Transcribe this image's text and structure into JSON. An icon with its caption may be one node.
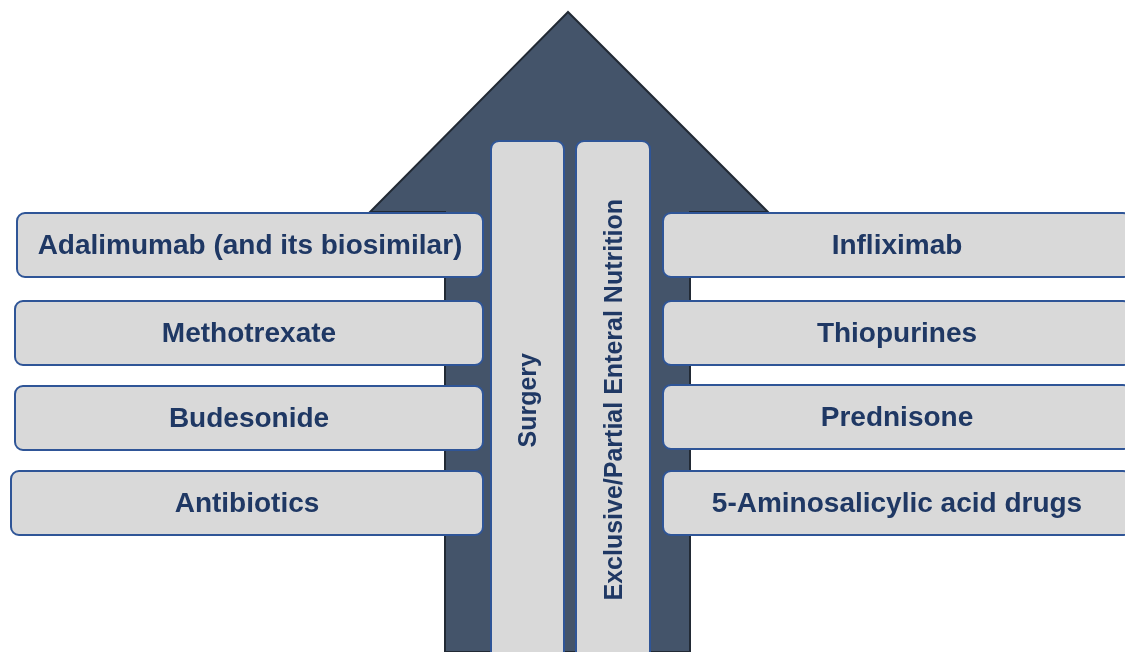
{
  "diagram": {
    "nodes": [
      {
        "text": [],
        "shape": "arrow"
      },
      {
        "text": [
          "Adalimumab (and its biosimilar)"
        ]
      },
      {
        "text": [
          "Methotrexate"
        ]
      },
      {
        "text": [
          "Budesonide"
        ]
      },
      {
        "text": [
          "Antibiotics"
        ]
      },
      {
        "text": [
          "Surgery"
        ],
        "in": 0
      },
      {
        "text": [
          "Exclusive/Partial Enteral Nutrition"
        ],
        "in": 0
      },
      {
        "text": [
          "Infliximab"
        ]
      },
      {
        "text": [
          "Thiopurines"
        ]
      },
      {
        "text": [
          "Prednisone"
        ]
      },
      {
        "text": [
          "5-Aminosalicylic acid drugs"
        ]
      }
    ]
  }
}
